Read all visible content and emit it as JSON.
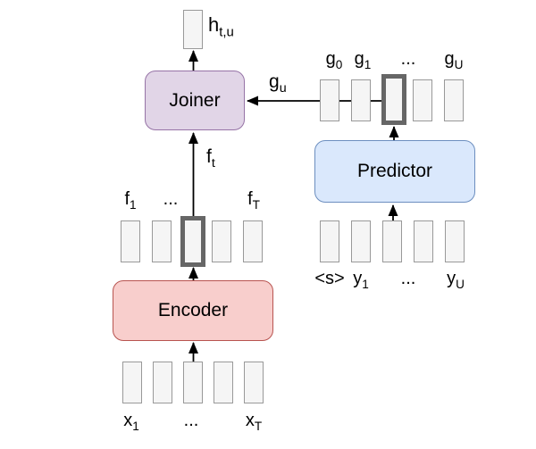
{
  "blocks": {
    "joiner": "Joiner",
    "predictor": "Predictor",
    "encoder": "Encoder"
  },
  "labels": {
    "output": {
      "base": "h",
      "sub": "t,u"
    },
    "f_t": {
      "base": "f",
      "sub": "t"
    },
    "g_u": {
      "base": "g",
      "sub": "u"
    },
    "f_row": [
      {
        "base": "f",
        "sub": "1"
      },
      {
        "base": "...",
        "sub": ""
      },
      {
        "base": "f",
        "sub": "T"
      }
    ],
    "x_row": [
      {
        "base": "x",
        "sub": "1"
      },
      {
        "base": "...",
        "sub": ""
      },
      {
        "base": "x",
        "sub": "T"
      }
    ],
    "g_row": [
      {
        "base": "g",
        "sub": "0"
      },
      {
        "base": "g",
        "sub": "1"
      },
      {
        "base": "...",
        "sub": ""
      },
      {
        "base": "g",
        "sub": "U"
      }
    ],
    "y_row": [
      {
        "base": "<s>",
        "sub": ""
      },
      {
        "base": "y",
        "sub": "1"
      },
      {
        "base": "...",
        "sub": ""
      },
      {
        "base": "y",
        "sub": "U"
      }
    ]
  },
  "colors": {
    "joiner_fill": "#e1d5e7",
    "joiner_border": "#9673a6",
    "predictor_fill": "#dae8fc",
    "predictor_border": "#6c8ebf",
    "encoder_fill": "#f8cecc",
    "encoder_border": "#b85450",
    "box_fill": "#f5f5f5",
    "box_border": "#999999",
    "highlight_border": "#666666",
    "arrow": "#000000"
  }
}
